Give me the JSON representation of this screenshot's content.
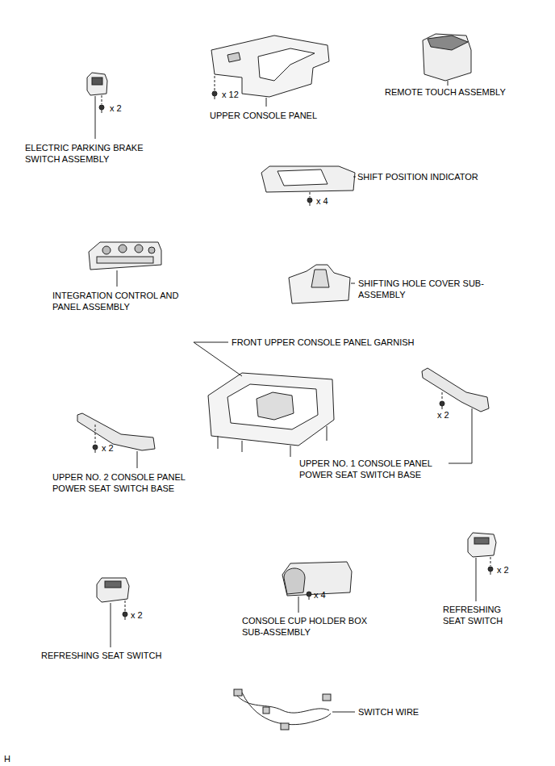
{
  "diagram": {
    "labels": [
      "x 12",
      "REMOTE TOUCH ASSEMBLY",
      "x 2",
      "UPPER CONSOLE PANEL",
      "ELECTRIC PARKING BRAKE SWITCH ASSEMBLY",
      "SHIFT POSITION INDICATOR",
      "x 4",
      "SHIFTING HOLE COVER SUB-ASSEMBLY",
      "INTEGRATION CONTROL AND PANEL ASSEMBLY",
      "FRONT UPPER CONSOLE PANEL GARNISH",
      "x 2",
      "x 2",
      "UPPER NO. 1 CONSOLE PANEL POWER SEAT SWITCH BASE",
      "UPPER NO. 2 CONSOLE PANEL POWER SEAT SWITCH BASE",
      "x 2",
      "x 4",
      "REFRESHING SEAT SWITCH",
      "x 2",
      "CONSOLE CUP HOLDER BOX SUB-ASSEMBLY",
      "REFRESHING SEAT SWITCH",
      "SWITCH WIRE",
      "H"
    ]
  }
}
